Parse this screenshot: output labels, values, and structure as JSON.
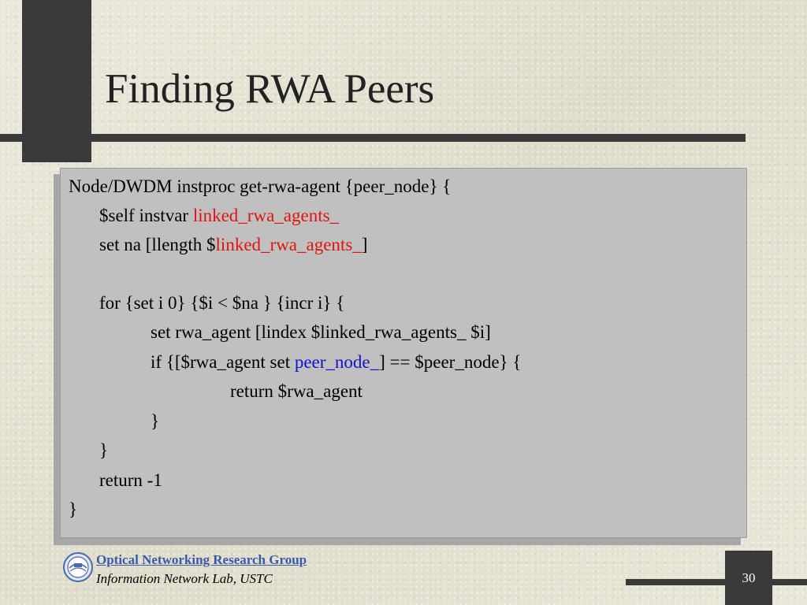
{
  "slide": {
    "title": "Finding RWA Peers",
    "page_number": "30"
  },
  "code": {
    "lines": [
      {
        "indent": 0,
        "segments": [
          {
            "text": "Node/DWDM instproc get-rwa-agent {peer_node} {",
            "color": "#000000"
          }
        ]
      },
      {
        "indent": 1,
        "segments": [
          {
            "text": "$self instvar ",
            "color": "#000000"
          },
          {
            "text": "linked_rwa_agents_",
            "color": "#e0140c"
          }
        ]
      },
      {
        "indent": 1,
        "segments": [
          {
            "text": "set na [llength $",
            "color": "#000000"
          },
          {
            "text": "linked_rwa_agents_",
            "color": "#e0140c"
          },
          {
            "text": "]",
            "color": "#000000"
          }
        ]
      },
      {
        "indent": 1,
        "segments": [
          {
            "text": "",
            "color": "#000000"
          }
        ]
      },
      {
        "indent": 1,
        "segments": [
          {
            "text": "for {set i 0} {$i < $na } {incr i} {",
            "color": "#000000"
          }
        ]
      },
      {
        "indent": 2,
        "segments": [
          {
            "text": "set rwa_agent [lindex $linked_rwa_agents_ $i]",
            "color": "#000000"
          }
        ]
      },
      {
        "indent": 2,
        "segments": [
          {
            "text": "if {[$rwa_agent set ",
            "color": "#000000"
          },
          {
            "text": "peer_node_",
            "color": "#1212c8"
          },
          {
            "text": "] == $peer_node} {",
            "color": "#000000"
          }
        ]
      },
      {
        "indent": 3,
        "segments": [
          {
            "text": "return $rwa_agent",
            "color": "#000000"
          }
        ]
      },
      {
        "indent": 2,
        "segments": [
          {
            "text": "}",
            "color": "#000000"
          }
        ]
      },
      {
        "indent": 1,
        "segments": [
          {
            "text": "}",
            "color": "#000000"
          }
        ]
      },
      {
        "indent": 1,
        "segments": [
          {
            "text": "return -1",
            "color": "#000000"
          }
        ]
      },
      {
        "indent": 0,
        "segments": [
          {
            "text": "}",
            "color": "#000000"
          }
        ]
      }
    ]
  },
  "footer": {
    "org_name": "Optical Networking Research Group",
    "lab_name": "Information Network Lab, USTC",
    "logo_icon": "lab-logo-icon"
  },
  "colors": {
    "dark_bar": "#3a3a3a",
    "code_background": "#c0c0c0",
    "highlight_red": "#e0140c",
    "highlight_blue": "#1212c8",
    "link_blue": "#3a5aa8"
  }
}
